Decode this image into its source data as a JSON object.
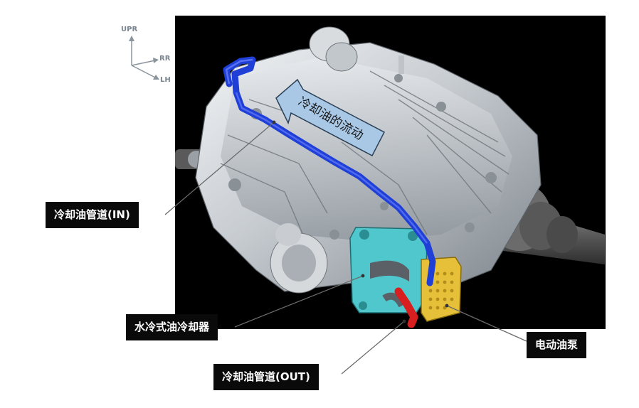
{
  "axes": {
    "upr": "UPR",
    "rr": "RR",
    "lh": "LH"
  },
  "flow_label": "冷却油的流动",
  "labels": {
    "pipe_in": "冷却油管道(IN)",
    "water_cooler": "水冷式油冷却器",
    "electric_pump": "电动油泵",
    "pipe_out": "冷却油管道(OUT)"
  },
  "colors": {
    "pipe_in": "#1f3fd6",
    "pipe_out": "#d81e1e",
    "cooler": "#4fc7cc",
    "pump": "#e6c038",
    "flow_arrow": "#a9c8e6",
    "background": "#000000"
  }
}
